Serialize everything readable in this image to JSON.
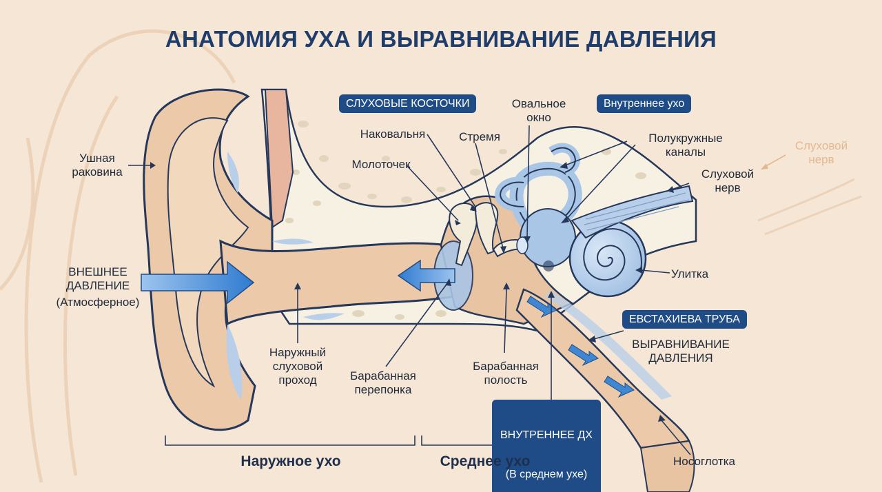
{
  "title": "АНАТОМИЯ УХА И ВЫРАВНИВАНИЕ ДАВЛЕНИЯ",
  "badges": {
    "ossicles": "СЛУХОВЫЕ КОСТОЧКИ",
    "inner_ear": "Внутреннее ухо",
    "eustachian": "ЕВСТАХИЕВА ТРУБА",
    "inner_pressure_line1": "ВНУТРЕННЕЕ ДХ",
    "inner_pressure_line2": "(В среднем ухе)"
  },
  "labels": {
    "pinna": "Ушная\nраковина",
    "outer_pressure_line1": "ВНЕШНЕЕ\nДАВЛЕНИЕ",
    "outer_pressure_line2": "(Атмосферное)",
    "ear_canal": "Наружный\nслуховой\nпроход",
    "eardrum": "Барабанная\nперепонка",
    "tympanic_cavity": "Барабанная\nполость",
    "anvil": "Наковальня",
    "stirrup": "Стремя",
    "hammer": "Молоточек",
    "oval_window": "Овальное\nокно",
    "semicircular_canals": "Полукружные\nканалы",
    "auditory_nerve": "Слуховой\nнерв",
    "auditory_nerve_faded": "Слуховой\nнерв",
    "cochlea": "Улитка",
    "equalization": "ВЫРАВНИВАНИЕ\nДАВЛЕНИЯ",
    "nasopharynx": "Носоглотка"
  },
  "sections": {
    "outer_ear": "Наружное ухо",
    "middle_ear": "Среднее ухо"
  },
  "colors": {
    "background": "#f6e6d6",
    "skin": "#ecc9a8",
    "skin_light": "#f2d8bd",
    "outline": "#26385a",
    "bone": "#f7f1e3",
    "inner_ear_blue": "#a9c6e6",
    "arrow_blue": "#3f86d3",
    "badge": "#1f4c86",
    "title": "#1e3d6b"
  }
}
